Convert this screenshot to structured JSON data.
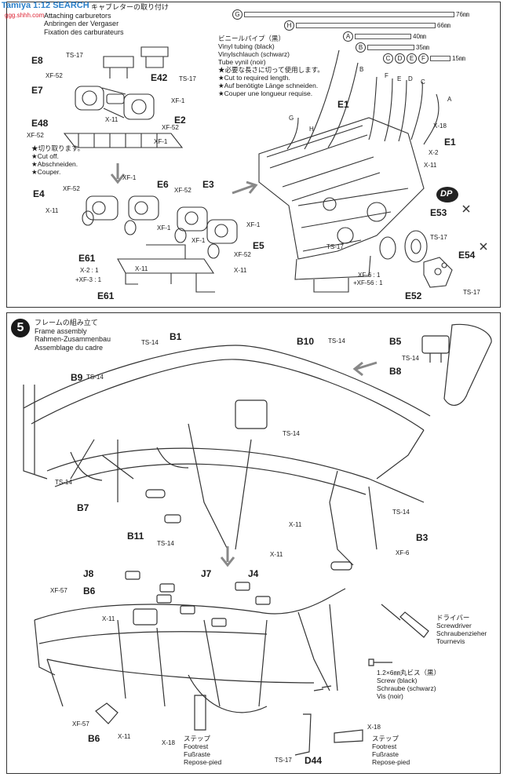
{
  "watermark": {
    "brand": "Tamiya 1:12 SEARCH",
    "url": "ggg.shhh.com"
  },
  "step4": {
    "header_jp": "キャブレターの取り付け",
    "header_en": "Attaching carburetors",
    "header_de": "Anbringen der Vergaser",
    "header_fr": "Fixation des carburateurs",
    "cut_notes": [
      "★切り取ります。",
      "★Cut off.",
      "★Abschneiden.",
      "★Couper."
    ],
    "tube_title_jp": "ビニールパイプ（黒）",
    "tube_title_en": "Vinyl tubing (black)",
    "tube_title_de": "Vinylschlauch (schwarz)",
    "tube_title_fr": "Tube vynil (noir)",
    "tube_notes": [
      "★必要な長さに切って使用します。",
      "★Cut to required length.",
      "★Auf benötigte Länge schneiden.",
      "★Couper une longueur requise."
    ],
    "tubes": [
      {
        "letter": "G",
        "length": "76㎜"
      },
      {
        "letter": "H",
        "length": "66㎜"
      },
      {
        "letter": "A",
        "length": "40㎜"
      },
      {
        "letter": "B",
        "length": "35㎜"
      }
    ],
    "tubes_small": {
      "letters": [
        "C",
        "D",
        "E",
        "F"
      ],
      "length": "15㎜"
    },
    "labels": {
      "e8": "E8",
      "e7": "E7",
      "e42": "E42",
      "e2": "E2",
      "e48": "E48",
      "e4": "E4",
      "e6": "E6",
      "e3": "E3",
      "e5": "E5",
      "e61a": "E61",
      "e61b": "E61",
      "e1a": "E1",
      "e1b": "E1",
      "e53": "E53",
      "e54": "E54",
      "e52": "E52",
      "ta": "A",
      "tb": "B",
      "tc": "C",
      "td": "D",
      "te": "E",
      "tf": "F",
      "tg": "G",
      "th": "H",
      "dp": "DP"
    },
    "codes": {
      "ts17a": "TS-17",
      "ts17b": "TS-17",
      "xf52a": "XF-52",
      "xf1a": "XF-1",
      "x11a": "X-11",
      "xf52b": "XF-52",
      "xf1b": "XF-1",
      "xf52c": "XF-52",
      "xf52d": "XF-52",
      "xf1c": "XF-1",
      "xf52e": "XF-52",
      "x11b": "X-11",
      "xf1d": "XF-1",
      "xf1e": "XF-1",
      "xf52f": "XF-52",
      "x11c": "X-11",
      "x2mix": "X-2 : 1",
      "xf3mix": "+XF-3 : 1",
      "x18": "X-18",
      "x2": "X-2",
      "x11d": "X-11",
      "ts17c": "TS-17",
      "xf6mix": "XF-6 : 1",
      "xf56mix": "+XF-56 : 1",
      "ts17d": "TS-17",
      "ts17e": "TS-17",
      "xf1f": "XF-1",
      "x11e": "X-11"
    }
  },
  "step5": {
    "number": "5",
    "header_jp": "フレームの組み立て",
    "header_en": "Frame assembly",
    "header_de": "Rahmen-Zusammenbau",
    "header_fr": "Assemblage du cadre",
    "labels": {
      "b1": "B1",
      "b10": "B10",
      "b5": "B5",
      "b8": "B8",
      "b9": "B9",
      "b7": "B7",
      "b11": "B11",
      "b3": "B3",
      "j8": "J8",
      "b6a": "B6",
      "j7": "J7",
      "j4": "J4",
      "b6b": "B6",
      "d44": "D44"
    },
    "codes": {
      "ts14a": "TS-14",
      "ts14b": "TS-14",
      "ts14c": "TS-14",
      "ts14d": "TS-14",
      "ts14e": "TS-14",
      "ts14f": "TS-14",
      "ts14g": "TS-14",
      "ts14h": "TS-14",
      "x11a": "X-11",
      "x11b": "X-11",
      "xf6": "XF-6",
      "xf57a": "XF-57",
      "x11c": "X-11",
      "xf57b": "XF-57",
      "x11d": "X-11",
      "x18a": "X-18",
      "x18b": "X-18",
      "ts17": "TS-17"
    },
    "screwdriver": [
      "ドライバー",
      "Screwdriver",
      "Schraubenzieher",
      "Tournevis"
    ],
    "screw": [
      "1.2×6㎜丸ビス（黒）",
      "Screw (black)",
      "Schraube (schwarz)",
      "Vis (noir)"
    ],
    "footrest": [
      "ステップ",
      "Footrest",
      "Fußraste",
      "Repose-pied"
    ]
  }
}
